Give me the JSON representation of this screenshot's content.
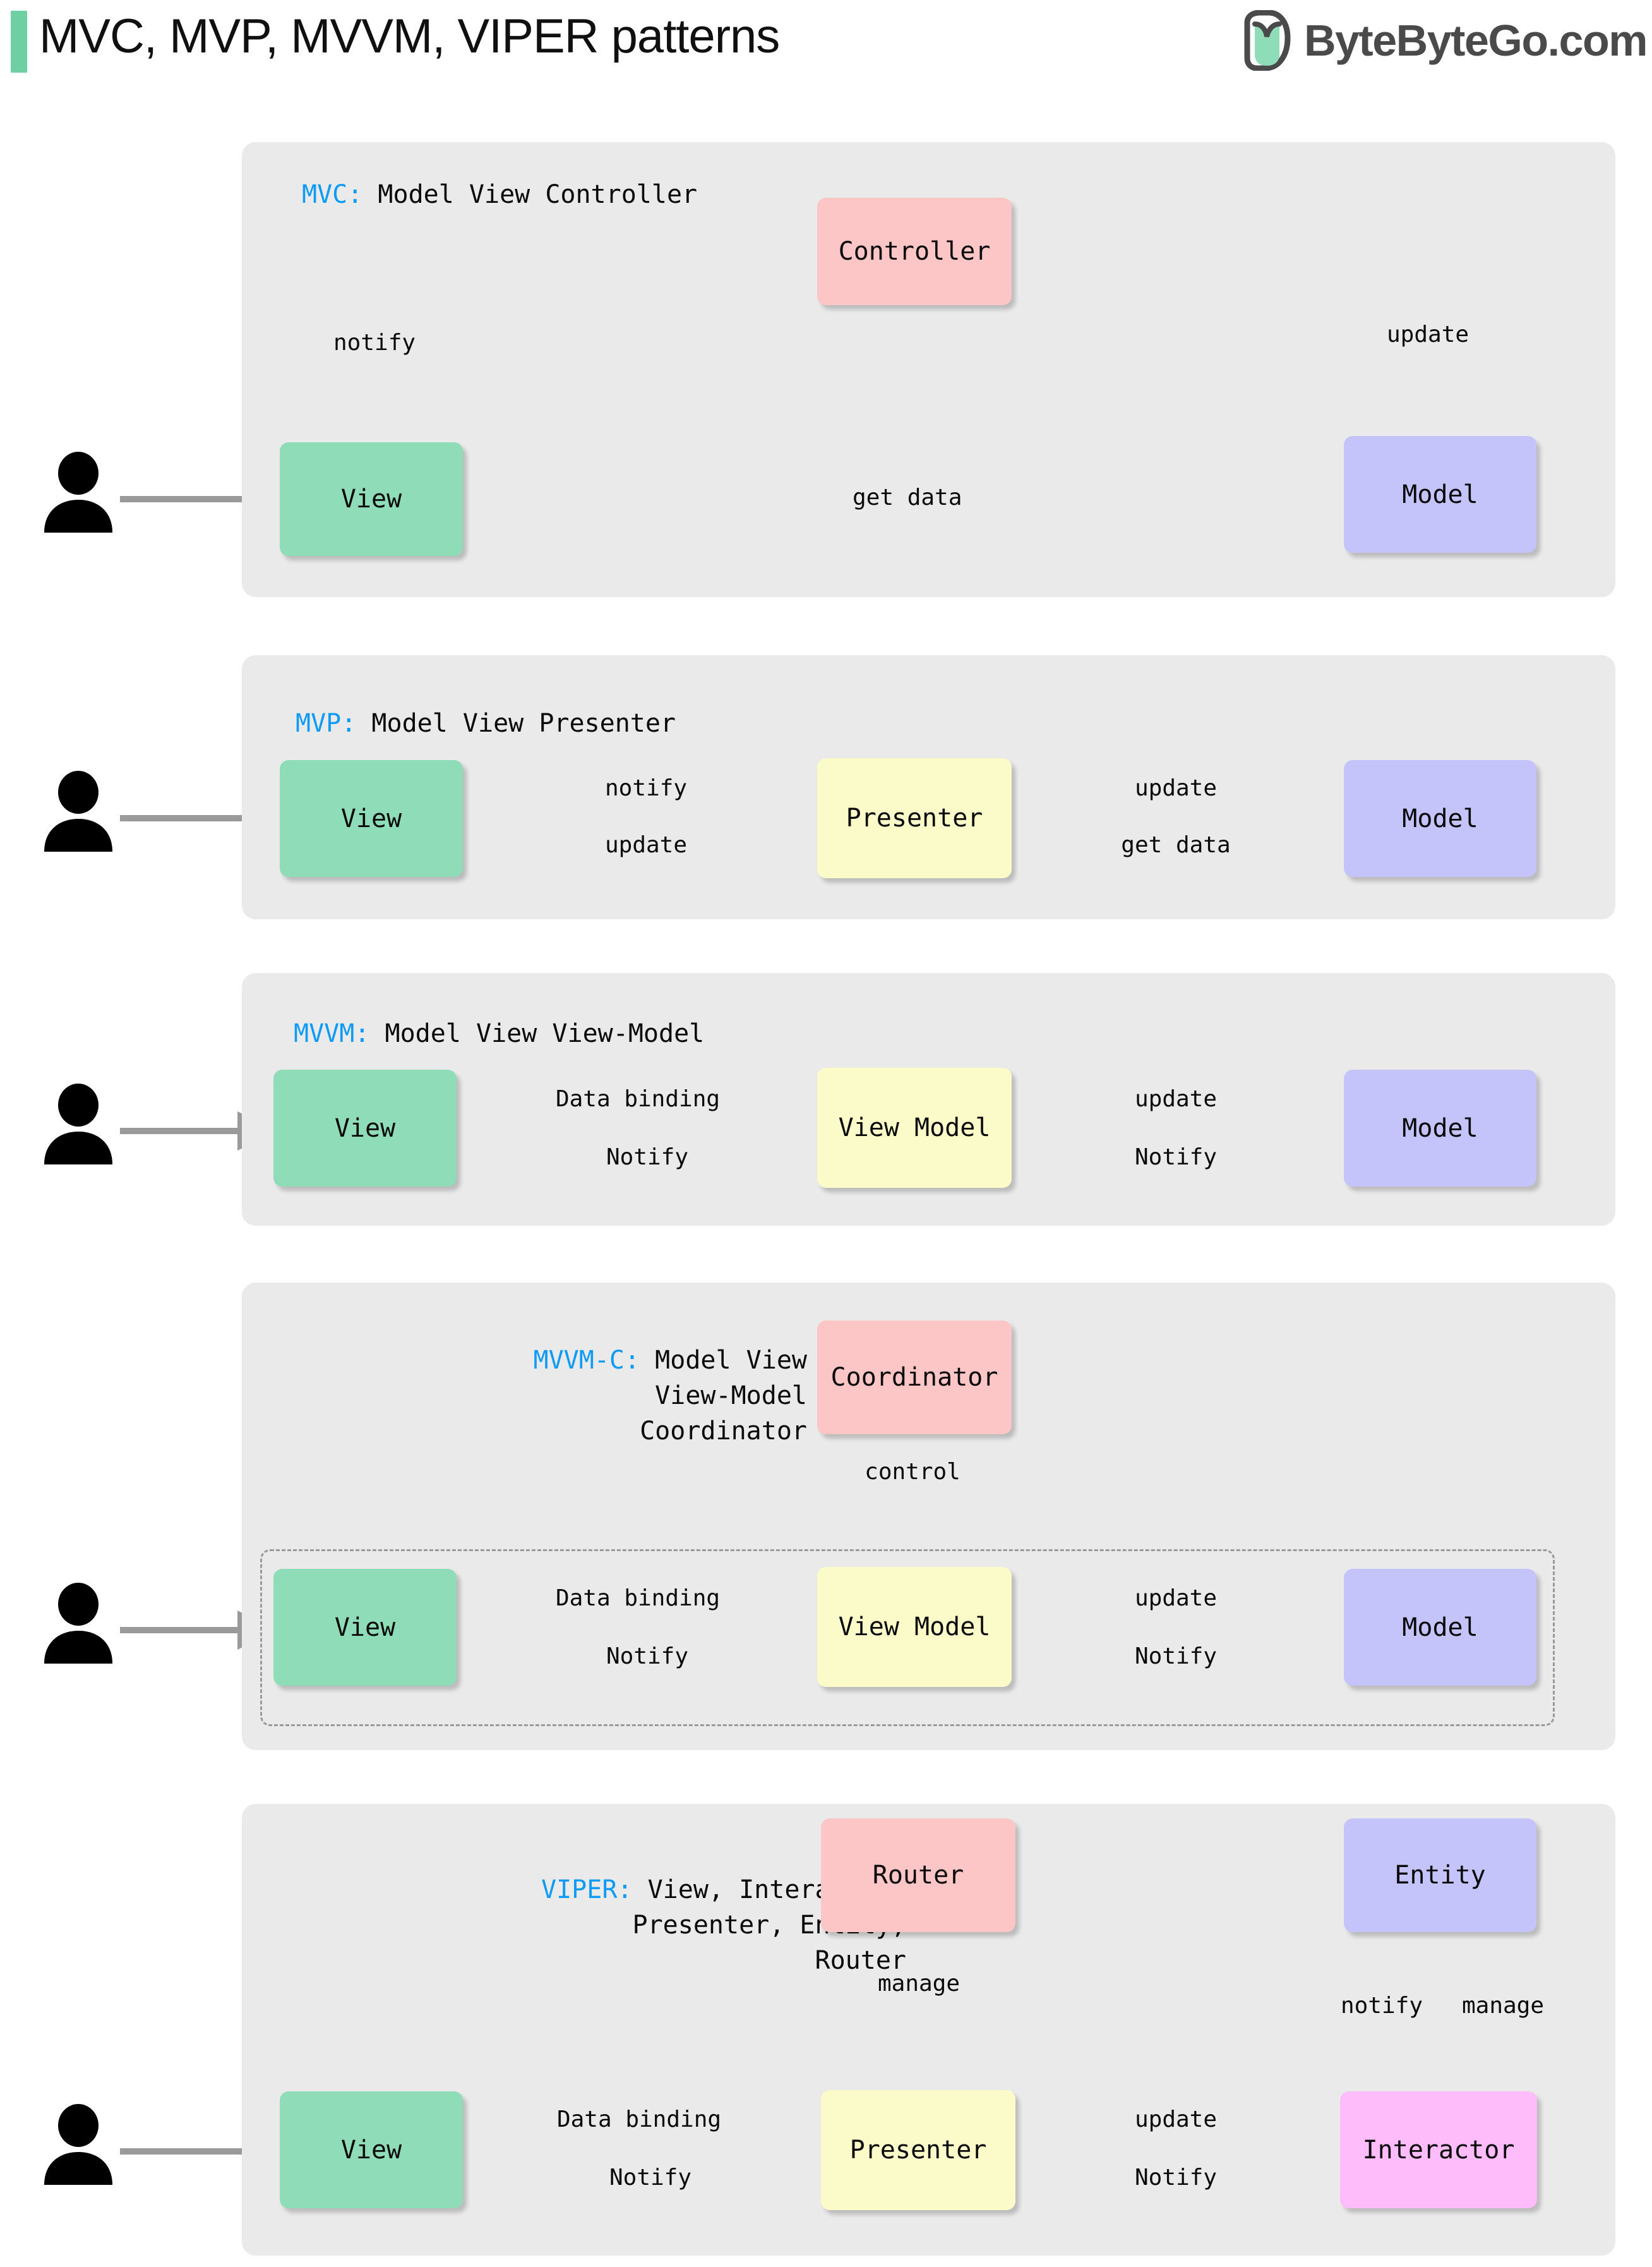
{
  "header": {
    "title": "MVC, MVP, MVVM, VIPER patterns",
    "accent_color": "#6ecfa3",
    "brand_name": "ByteByteGo.com",
    "brand_logo_icon": "bytebytego-leaf-logo",
    "brand_text_color": "#4a4a4a"
  },
  "colors": {
    "panel_bg": "#eaeaea",
    "view": "#8edcb8",
    "model": "#c4c4fb",
    "controller": "#fdc6c6",
    "presenter": "#fbfbc9",
    "interactor": "#ffbcfa",
    "arrow": "#9a9a9a",
    "key_blue": "#0e9bf5"
  },
  "sections": [
    {
      "id": "mvc",
      "key": "MVC:",
      "title": " Model View Controller",
      "nodes": {
        "view": "View",
        "controller": "Controller",
        "model": "Model"
      },
      "edges": {
        "notify": "notify",
        "update": "update",
        "get_data": "get data"
      },
      "actor_icon": "person-icon"
    },
    {
      "id": "mvp",
      "key": "MVP:",
      "title": " Model View Presenter",
      "nodes": {
        "view": "View",
        "presenter": "Presenter",
        "model": "Model"
      },
      "edges": {
        "notify": "notify",
        "update_back": "update",
        "update": "update",
        "get_data": "get data"
      },
      "actor_icon": "person-icon"
    },
    {
      "id": "mvvm",
      "key": "MVVM:",
      "title": " Model View View-Model",
      "nodes": {
        "view": "View",
        "viewmodel": "View Model",
        "model": "Model"
      },
      "edges": {
        "data_binding": "Data binding",
        "notify_left": "Notify",
        "update": "update",
        "notify_right": "Notify"
      },
      "actor_icon": "person-icon"
    },
    {
      "id": "mvvmc",
      "key": "MVVM-C:",
      "title_lines": [
        " Model View",
        "View-Model",
        "Coordinator"
      ],
      "nodes": {
        "coordinator": "Coordinator",
        "view": "View",
        "viewmodel": "View Model",
        "model": "Model"
      },
      "edges": {
        "control": "control",
        "data_binding": "Data binding",
        "notify_left": "Notify",
        "update": "update",
        "notify_right": "Notify"
      },
      "actor_icon": "person-icon"
    },
    {
      "id": "viper",
      "key": "VIPER:",
      "title_lines": [
        " View, Interactor,",
        "Presenter, Entity,",
        "Router"
      ],
      "nodes": {
        "router": "Router",
        "entity": "Entity",
        "view": "View",
        "presenter": "Presenter",
        "interactor": "Interactor"
      },
      "edges": {
        "manage_router": "manage",
        "notify_entity": "notify",
        "manage_entity": "manage",
        "data_binding": "Data binding",
        "notify_left": "Notify",
        "update": "update",
        "notify_right": "Notify"
      },
      "actor_icon": "person-icon"
    }
  ]
}
